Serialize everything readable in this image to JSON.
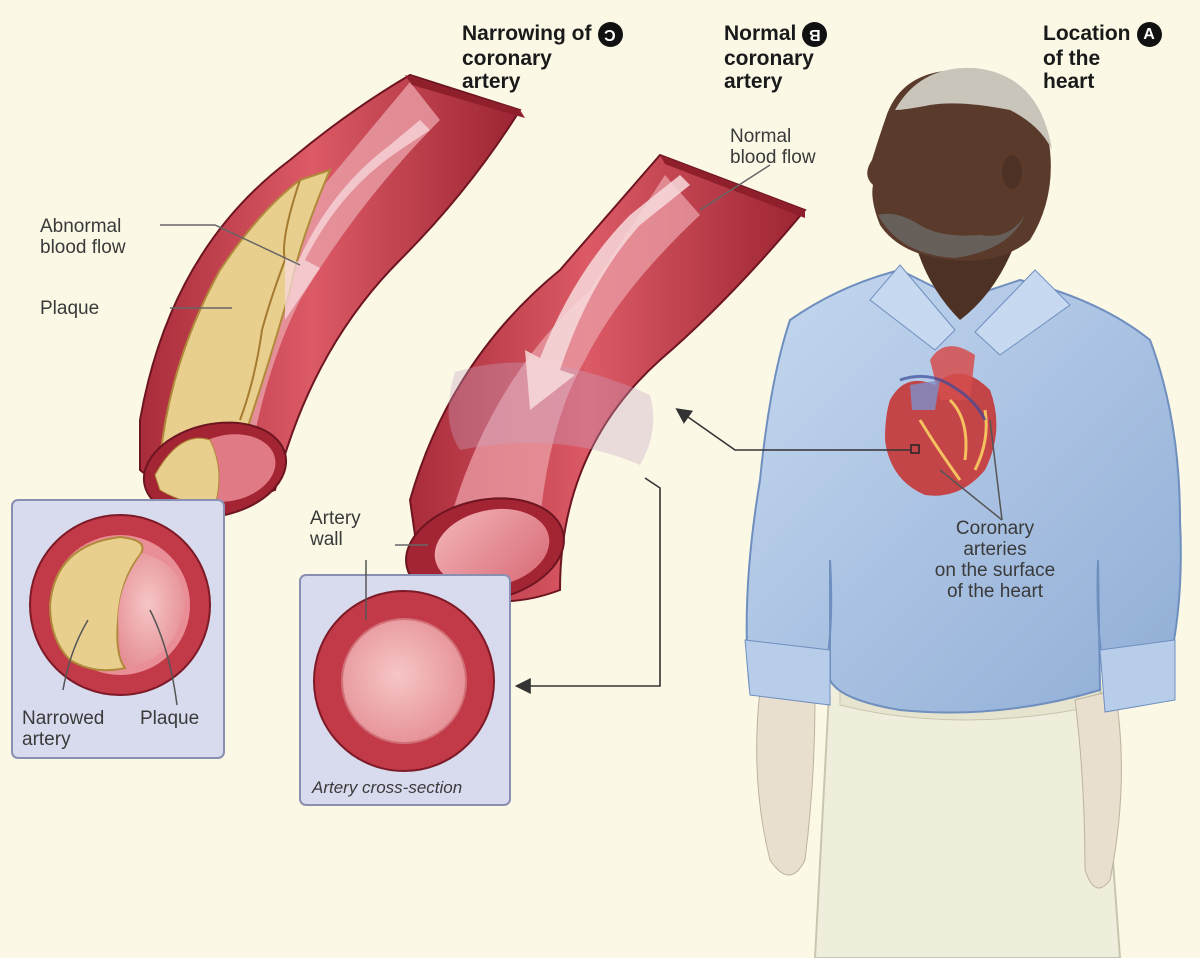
{
  "panels": {
    "c": {
      "title_lines": [
        "Narrowing of",
        "coronary",
        "artery"
      ],
      "badge": "C"
    },
    "b": {
      "title_lines": [
        "Normal",
        "coronary",
        "artery"
      ],
      "badge": "B"
    },
    "a": {
      "title_lines": [
        "Location",
        "of the",
        "heart"
      ],
      "badge": "A"
    }
  },
  "labels": {
    "abnormal_flow": [
      "Abnormal",
      "blood flow"
    ],
    "plaque": "Plaque",
    "normal_flow": [
      "Normal",
      "blood flow"
    ],
    "artery_wall": [
      "Artery",
      "wall"
    ],
    "coronary_arteries": [
      "Coronary",
      "arteries",
      "on the surface",
      "of the heart"
    ],
    "narrowed_artery": [
      "Narrowed",
      "artery"
    ],
    "inset_plaque": "Plaque",
    "cross_section": "Artery cross-section"
  },
  "colors": {
    "background": "#fbf8e6",
    "artery_red": "#c8404e",
    "artery_dark": "#8e1f2b",
    "lumen_pink": "#e78b95",
    "plaque_yellow": "#e9cf8e",
    "inset_box": "#d8dbee",
    "shirt_blue": "#a9c3e4",
    "skin": "#5a3a2b",
    "pants": "#efeddc"
  }
}
